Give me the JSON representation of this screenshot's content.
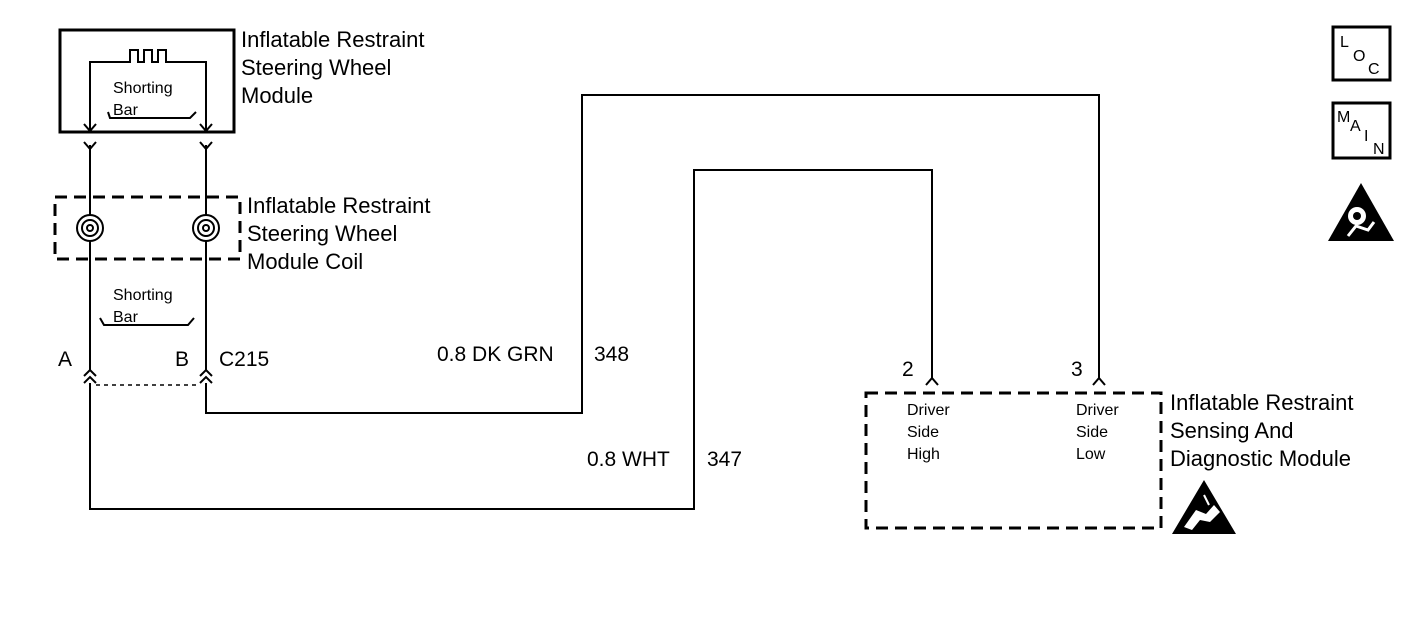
{
  "modules": {
    "steering_wheel_module": {
      "line1": "Inflatable Restraint",
      "line2": "Steering Wheel",
      "line3": "Module"
    },
    "module_coil": {
      "line1": "Inflatable Restraint",
      "line2": "Steering Wheel",
      "line3": "Module Coil"
    },
    "sdm": {
      "line1": "Inflatable Restraint",
      "line2": "Sensing And",
      "line3": "Diagnostic Module"
    }
  },
  "shorting_bars": [
    {
      "line1": "Shorting",
      "line2": "Bar"
    },
    {
      "line1": "Shorting",
      "line2": "Bar"
    }
  ],
  "connector": {
    "name": "C215",
    "pin_a": "A",
    "pin_b": "B"
  },
  "wires": [
    {
      "gauge_color": "0.8 DK GRN",
      "circuit": "348"
    },
    {
      "gauge_color": "0.8 WHT",
      "circuit": "347"
    }
  ],
  "sdm_pins": [
    {
      "number": "2",
      "line1": "Driver",
      "line2": "Side",
      "line3": "High"
    },
    {
      "number": "3",
      "line1": "Driver",
      "line2": "Side",
      "line3": "Low"
    }
  ],
  "legend": {
    "loc": {
      "l": "L",
      "o": "O",
      "c": "C"
    },
    "main": {
      "m": "M",
      "a": "A",
      "i": "I",
      "n": "N"
    }
  },
  "icons": [
    "airbag-warning-icon",
    "esd-warning-icon"
  ]
}
